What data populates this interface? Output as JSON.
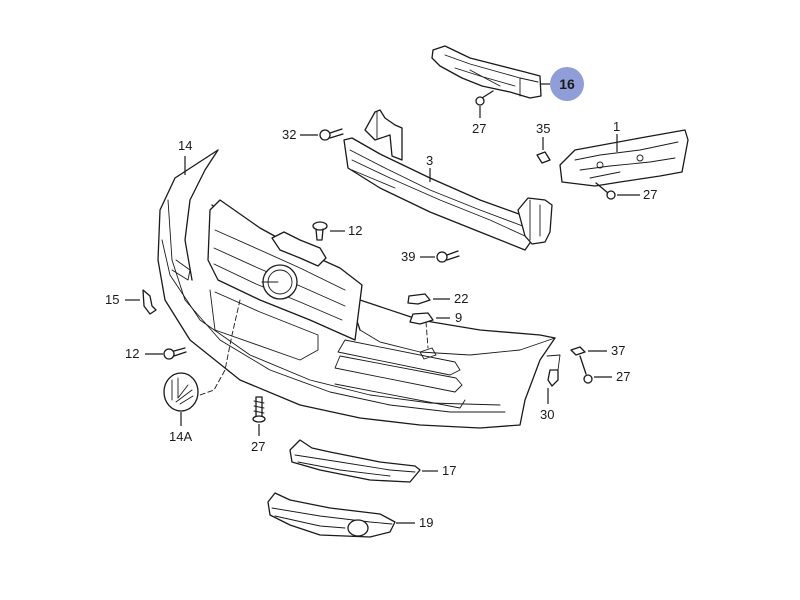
{
  "diagram": {
    "title": "",
    "subject": "Front bumper assembly exploded parts view",
    "highlight_color": "#8f9ed8",
    "line_color": "#1a1a1a",
    "background": "#ffffff",
    "callouts": [
      {
        "id": "c16",
        "label": "16",
        "part": "bracket-upper",
        "highlighted": true
      },
      {
        "id": "c27a",
        "label": "27",
        "part": "screw"
      },
      {
        "id": "c35",
        "label": "35",
        "part": "clip"
      },
      {
        "id": "c1",
        "label": "1",
        "part": "bumper-bracket-right"
      },
      {
        "id": "c27b",
        "label": "27",
        "part": "screw"
      },
      {
        "id": "c32",
        "label": "32",
        "part": "bolt"
      },
      {
        "id": "c3",
        "label": "3",
        "part": "bumper-reinforcement-beam"
      },
      {
        "id": "c14",
        "label": "14",
        "part": "bumper-cover"
      },
      {
        "id": "c12a",
        "label": "12",
        "part": "rivet"
      },
      {
        "id": "c39",
        "label": "39",
        "part": "bolt"
      },
      {
        "id": "c15",
        "label": "15",
        "part": "clip"
      },
      {
        "id": "c22",
        "label": "22",
        "part": "cover-cap"
      },
      {
        "id": "c9",
        "label": "9",
        "part": "tow-hook-cover"
      },
      {
        "id": "c12b",
        "label": "12",
        "part": "rivet"
      },
      {
        "id": "c37",
        "label": "37",
        "part": "clip"
      },
      {
        "id": "c27c",
        "label": "27",
        "part": "screw"
      },
      {
        "id": "c30",
        "label": "30",
        "part": "retainer"
      },
      {
        "id": "c14a",
        "label": "14A",
        "part": "emblem"
      },
      {
        "id": "c27d",
        "label": "27",
        "part": "screw"
      },
      {
        "id": "c17",
        "label": "17",
        "part": "lower-grille-left"
      },
      {
        "id": "c19",
        "label": "19",
        "part": "lower-grille-foglamp"
      }
    ]
  }
}
